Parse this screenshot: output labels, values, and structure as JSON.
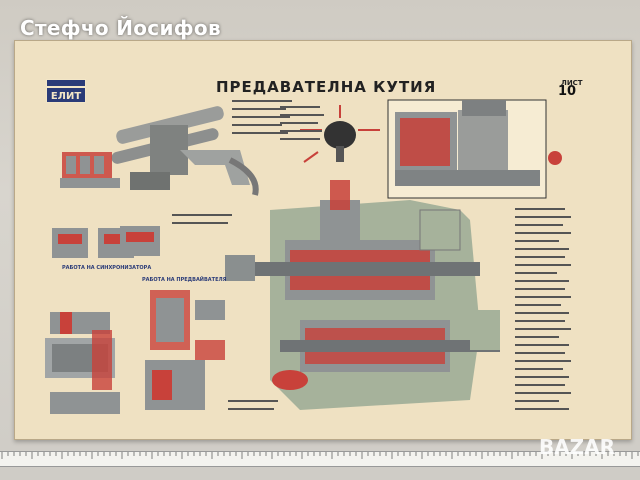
{
  "watermark": {
    "author": "Стефчо Йосифов",
    "site_logo_text": "BAZAR"
  },
  "poster": {
    "title": "ПРЕДАВАТЕЛНА КУТИЯ",
    "sheet_label": "ЛИСТ",
    "sheet_number": "10",
    "logo_text": "ЕЛИТ",
    "captions": {
      "synchronizer": "РАБОТА НА СИНХРОНИЗАТОРА",
      "shifter": "РАБОТА НА ПРЕДВАЙВАТЕЛЯ"
    }
  },
  "colors": {
    "poster_paper": "#efe1c2",
    "section_red": "#c8413a",
    "metal_grey": "#8f9394",
    "housing_green": "#a6b29b",
    "annotation_blue": "#2a3b78"
  },
  "icons": [
    "ruler",
    "exploded-view-gear-selector",
    "gear-stick-knob",
    "gearbox-cross-section",
    "detail-inset"
  ]
}
